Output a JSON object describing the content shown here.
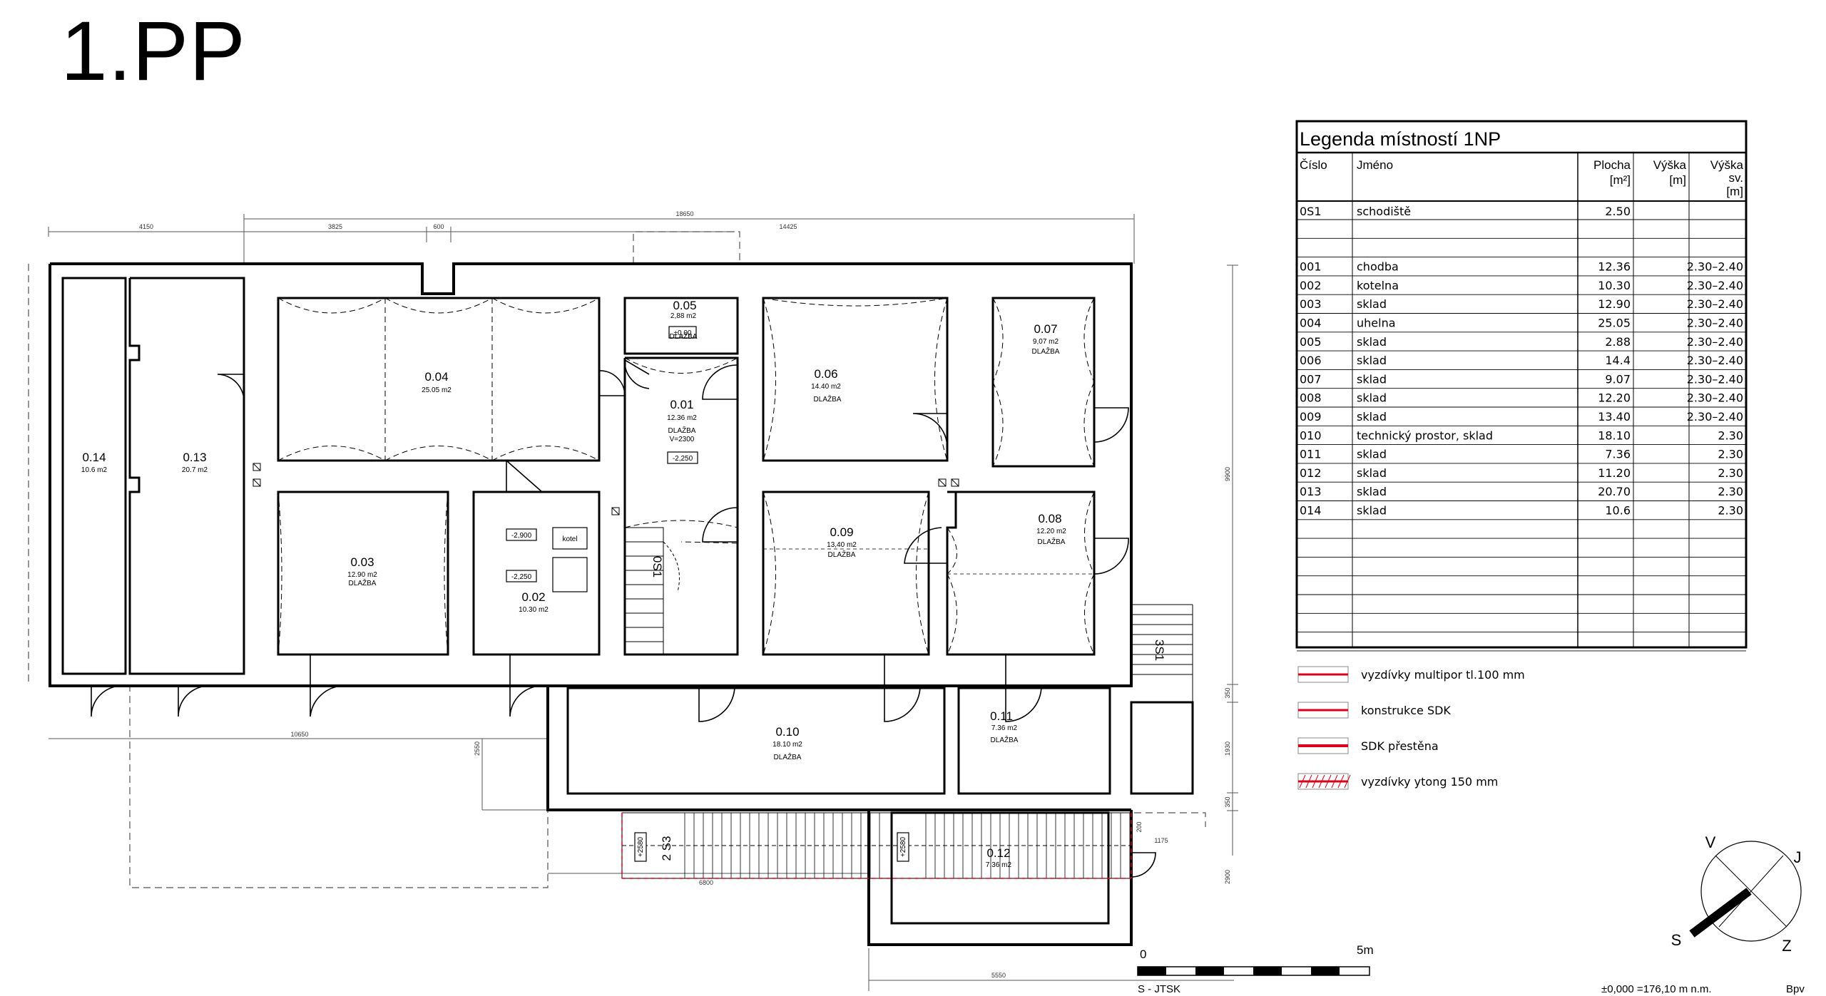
{
  "sheet": {
    "title": "1.PP"
  },
  "rooms": [
    {
      "id": "0.01",
      "area": "12.36 m2",
      "floor": "DLAŽBA",
      "note": "V=2300"
    },
    {
      "id": "0.02",
      "area": "10.30 m2"
    },
    {
      "id": "0.03",
      "area": "12.90 m2",
      "floor": "DLAŽBA"
    },
    {
      "id": "0.04",
      "area": "25.05 m2"
    },
    {
      "id": "0.05",
      "area": "2,88 m2",
      "floor": "DLAŽBA"
    },
    {
      "id": "0.06",
      "area": "14.40 m2",
      "floor": "DLAŽBA"
    },
    {
      "id": "0.07",
      "area": "9,07 m2",
      "floor": "DLAŽBA"
    },
    {
      "id": "0.08",
      "area": "12.20 m2",
      "floor": "DLAŽBA"
    },
    {
      "id": "0.09",
      "area": "13,40 m2",
      "floor": "DLAŽBA"
    },
    {
      "id": "0.10",
      "area": "18.10 m2",
      "floor": "DLAŽBA"
    },
    {
      "id": "0.11",
      "area": "7.36 m2",
      "floor": "DLAŽBA"
    },
    {
      "id": "0.12",
      "area": "7.36 m2"
    },
    {
      "id": "0.13",
      "area": "20.7 m2"
    },
    {
      "id": "0.14",
      "area": "10.6 m2"
    }
  ],
  "plan_labels": {
    "boiler": "kotel",
    "stair_1": "0S1",
    "stair_2": "3S1",
    "stair_3": "2 S3",
    "level_0": "±0,00",
    "level_1": "-2,250",
    "level_2": "-2,900",
    "level_3": "-2,250",
    "level_4": "+2580",
    "level_5": "+2580"
  },
  "dimensions": {
    "top_total": "18650",
    "top_1": "4150",
    "top_2": "3825",
    "top_3": "600",
    "top_4": "14425",
    "right_1": "9900",
    "right_2": "350",
    "right_3": "1930",
    "right_4": "350",
    "right_5": "2900",
    "bottom_1": "10650",
    "bottom_2": "6800",
    "bottom_3": "5550",
    "left_1": "2550",
    "small_1": "200",
    "small_2": "1175"
  },
  "legend_table": {
    "title": "Legenda místností 1NP",
    "headers": {
      "number": "Číslo",
      "name": "Jméno",
      "area": "Plocha",
      "area_unit": "[m²]",
      "height": "Výška",
      "height_unit": "[m]",
      "clear_height_1": "Výška",
      "clear_height_2": "sv.",
      "clear_height_unit": "[m]"
    },
    "stair_row": {
      "number": "0S1",
      "name": "schodiště",
      "area": "2.50"
    },
    "rows": [
      {
        "number": "001",
        "name": "chodba",
        "area": "12.36",
        "clear_height": "2.30–2.40"
      },
      {
        "number": "002",
        "name": "kotelna",
        "area": "10.30",
        "clear_height": "2.30–2.40"
      },
      {
        "number": "003",
        "name": "sklad",
        "area": "12.90",
        "clear_height": "2.30–2.40"
      },
      {
        "number": "004",
        "name": "uhelna",
        "area": "25.05",
        "clear_height": "2.30–2.40"
      },
      {
        "number": "005",
        "name": "sklad",
        "area": "2.88",
        "clear_height": "2.30–2.40"
      },
      {
        "number": "006",
        "name": "sklad",
        "area": "14.4",
        "clear_height": "2.30–2.40"
      },
      {
        "number": "007",
        "name": "sklad",
        "area": "9.07",
        "clear_height": "2.30–2.40"
      },
      {
        "number": "008",
        "name": "sklad",
        "area": "12.20",
        "clear_height": "2.30–2.40"
      },
      {
        "number": "009",
        "name": "sklad",
        "area": "13.40",
        "clear_height": "2.30–2.40"
      },
      {
        "number": "010",
        "name": "technický prostor, sklad",
        "area": "18.10",
        "clear_height": "2.30"
      },
      {
        "number": "011",
        "name": "sklad",
        "area": "7.36",
        "clear_height": "2.30"
      },
      {
        "number": "012",
        "name": "sklad",
        "area": "11.20",
        "clear_height": "2.30"
      },
      {
        "number": "013",
        "name": "sklad",
        "area": "20.70",
        "clear_height": "2.30"
      },
      {
        "number": "014",
        "name": "sklad",
        "area": "10.6",
        "clear_height": "2.30"
      }
    ]
  },
  "materials_legend": [
    {
      "label": "vyzdívky multipor tl.100 mm",
      "color": "#d8001a"
    },
    {
      "label": "konstrukce SDK",
      "color": "#d8001a"
    },
    {
      "label": "SDK přestěna",
      "color": "#d8001a"
    },
    {
      "label": "vyzdívky ytong 150 mm",
      "color": "#d8001a"
    }
  ],
  "compass": {
    "north": "V",
    "east": "J",
    "south": "S",
    "west": "Z"
  },
  "scale_bar": {
    "start": "0",
    "end": "5m",
    "system": "S - JTSK"
  },
  "footer": {
    "elevation": "±0,000 =176,10 m n.m.",
    "code": "Bpv"
  },
  "colors": {
    "ink": "#000000",
    "accent": "#d8001a",
    "dim": "#555555"
  }
}
